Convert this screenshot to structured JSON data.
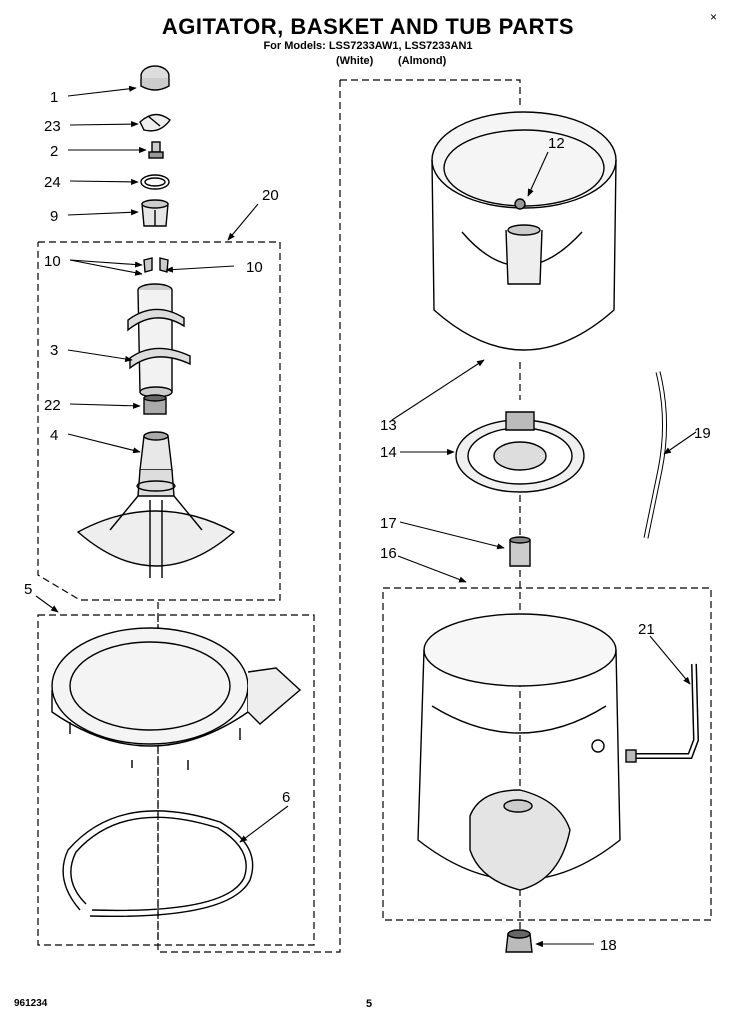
{
  "header": {
    "title": "AGITATOR, BASKET AND TUB PARTS",
    "models": "For Models: LSS7233AW1, LSS7233AN1",
    "color_white": "(White)",
    "color_almond": "(Almond)"
  },
  "footer": {
    "code": "961234",
    "page": "5"
  },
  "close_glyph": "×",
  "part_labels": {
    "p1": "1",
    "p23": "23",
    "p2": "2",
    "p24": "24",
    "p9": "9",
    "p20": "20",
    "p10a": "10",
    "p10b": "10",
    "p3": "3",
    "p22": "22",
    "p4": "4",
    "p5": "5",
    "p6": "6",
    "p12": "12",
    "p13": "13",
    "p14": "14",
    "p19": "19",
    "p17": "17",
    "p16": "16",
    "p21": "21",
    "p18": "18"
  }
}
